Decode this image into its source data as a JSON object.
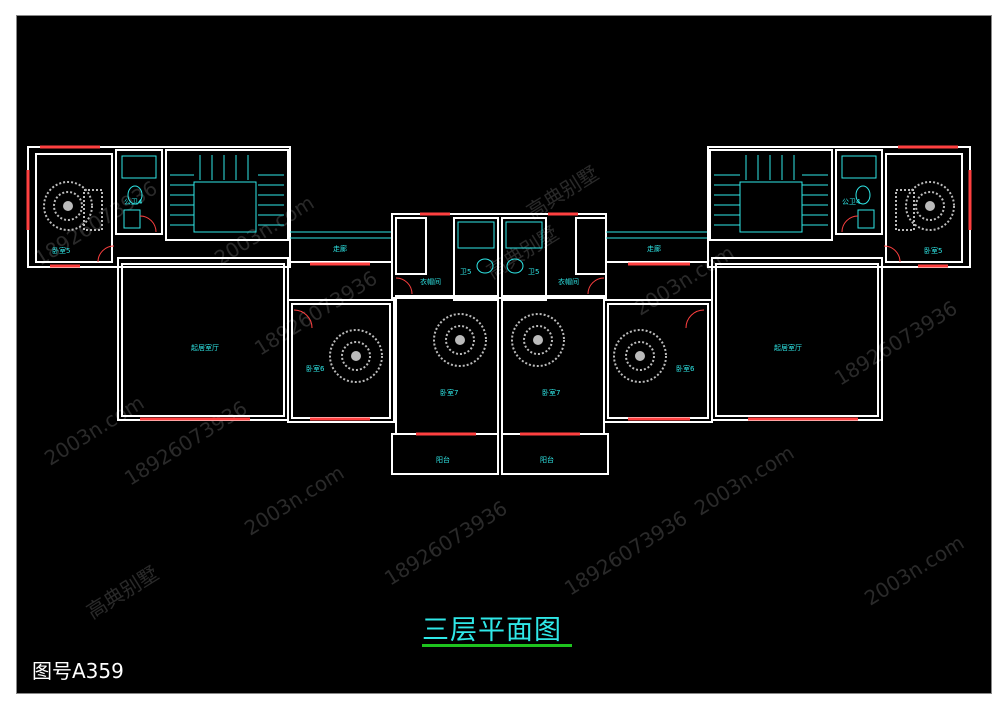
{
  "drawing": {
    "title": "三层平面图",
    "figure_number": "图号A359"
  },
  "rooms": {
    "bedroom_5": "卧室5",
    "bathroom_4": "公卫4",
    "corridor": "走廊",
    "walk_in": "衣帽间",
    "master_bedroom": "起居室厅",
    "bedroom_6": "卧室6",
    "bedroom_7": "卧室7",
    "bath_5": "卫5",
    "balcony": "阳台"
  },
  "watermarks": [
    "2003n.com",
    "18926073936",
    "高典别墅"
  ],
  "colors": {
    "background": "#000000",
    "wall": "#ffffff",
    "window": "#ff4040",
    "fixture": "#2fe8e8",
    "title": "#2fe8e8",
    "underline": "#1ec31e"
  }
}
